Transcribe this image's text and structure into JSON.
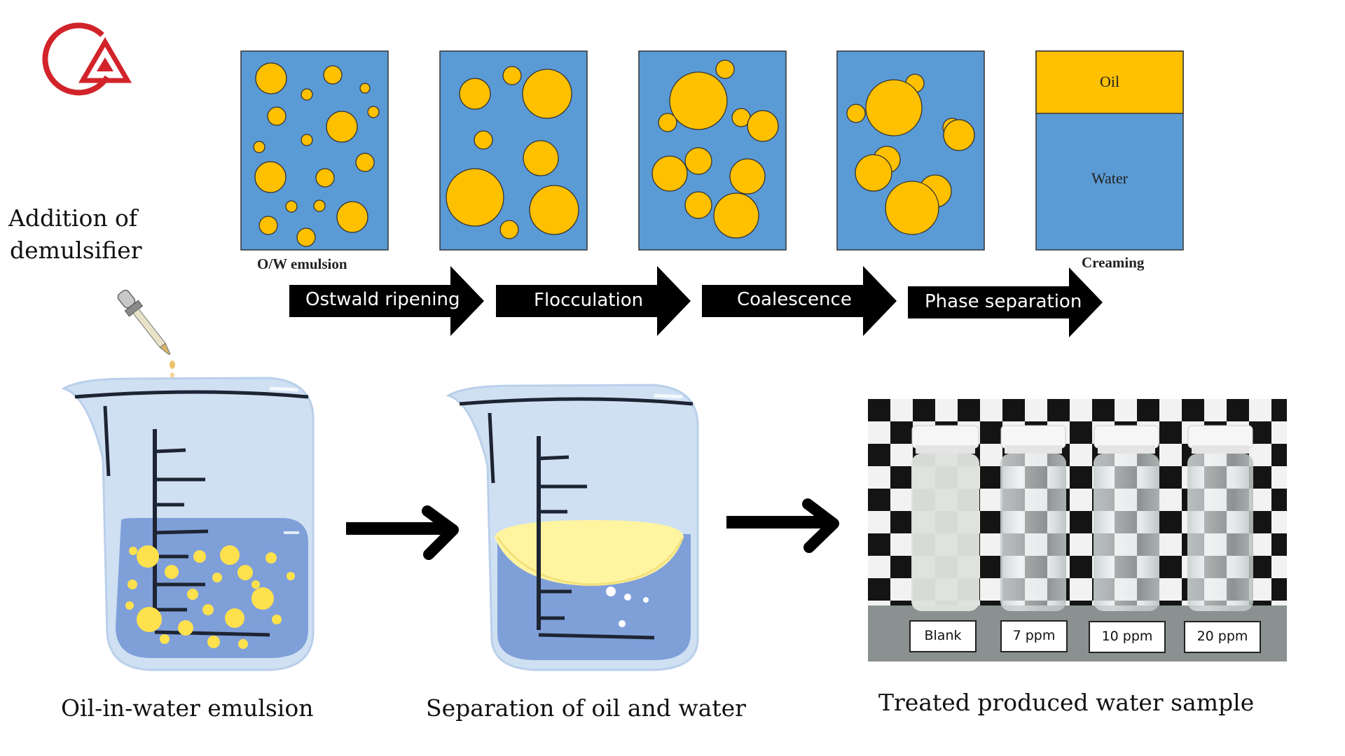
{
  "brand": {
    "logo_icon": "red-circle-triangle-logo",
    "color": "#d2232a"
  },
  "colors": {
    "water": "#5b9bd5",
    "oil": "#ffc000",
    "arrow": "#000000"
  },
  "top_row": {
    "panels": [
      {
        "label": "O/W emulsion"
      },
      {
        "label": ""
      },
      {
        "label": ""
      },
      {
        "label": ""
      },
      {
        "label": "Creaming",
        "oil_label": "Oil",
        "water_label": "Water"
      }
    ],
    "steps": [
      "Ostwald ripening",
      "Flocculation",
      "Coalescence",
      "Phase separation"
    ]
  },
  "demulsifier_label_line1": "Addition of",
  "demulsifier_label_line2": "demulsifier",
  "captions": {
    "emulsion": "Oil-in-water emulsion",
    "separation": "Separation of oil and water",
    "treated": "Treated produced water sample"
  },
  "vials": [
    "Blank",
    "7 ppm",
    "10 ppm",
    "20 ppm"
  ]
}
